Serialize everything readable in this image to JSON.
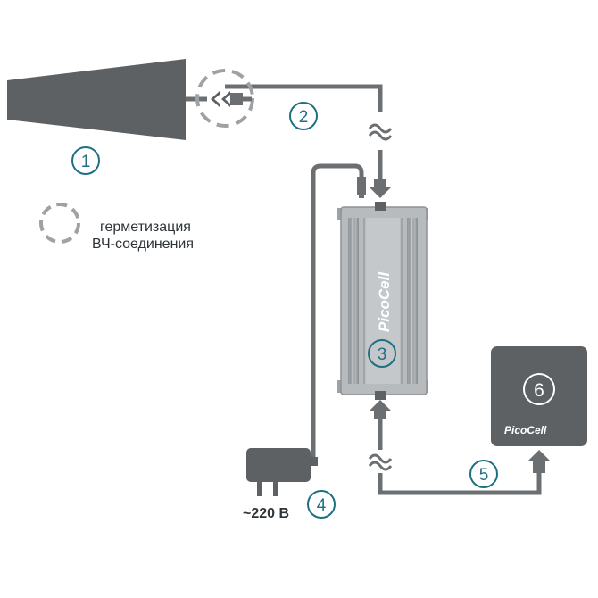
{
  "legend": {
    "line1": "герметизация",
    "line2": "ВЧ-соединения"
  },
  "numbers": {
    "antenna": "1",
    "outdoor_cable": "2",
    "repeater": "3",
    "power_supply": "4",
    "indoor_cable": "5",
    "indoor_antenna": "6"
  },
  "brand": {
    "repeater": "PicoCell",
    "indoor_antenna": "PicoCell"
  },
  "power": {
    "voltage": "~220 В"
  },
  "colors": {
    "device_dark": "#5d6164",
    "cable": "#6b6f72",
    "accent_number": "#1f6f82",
    "repeater_body": "#b7bbbe"
  }
}
